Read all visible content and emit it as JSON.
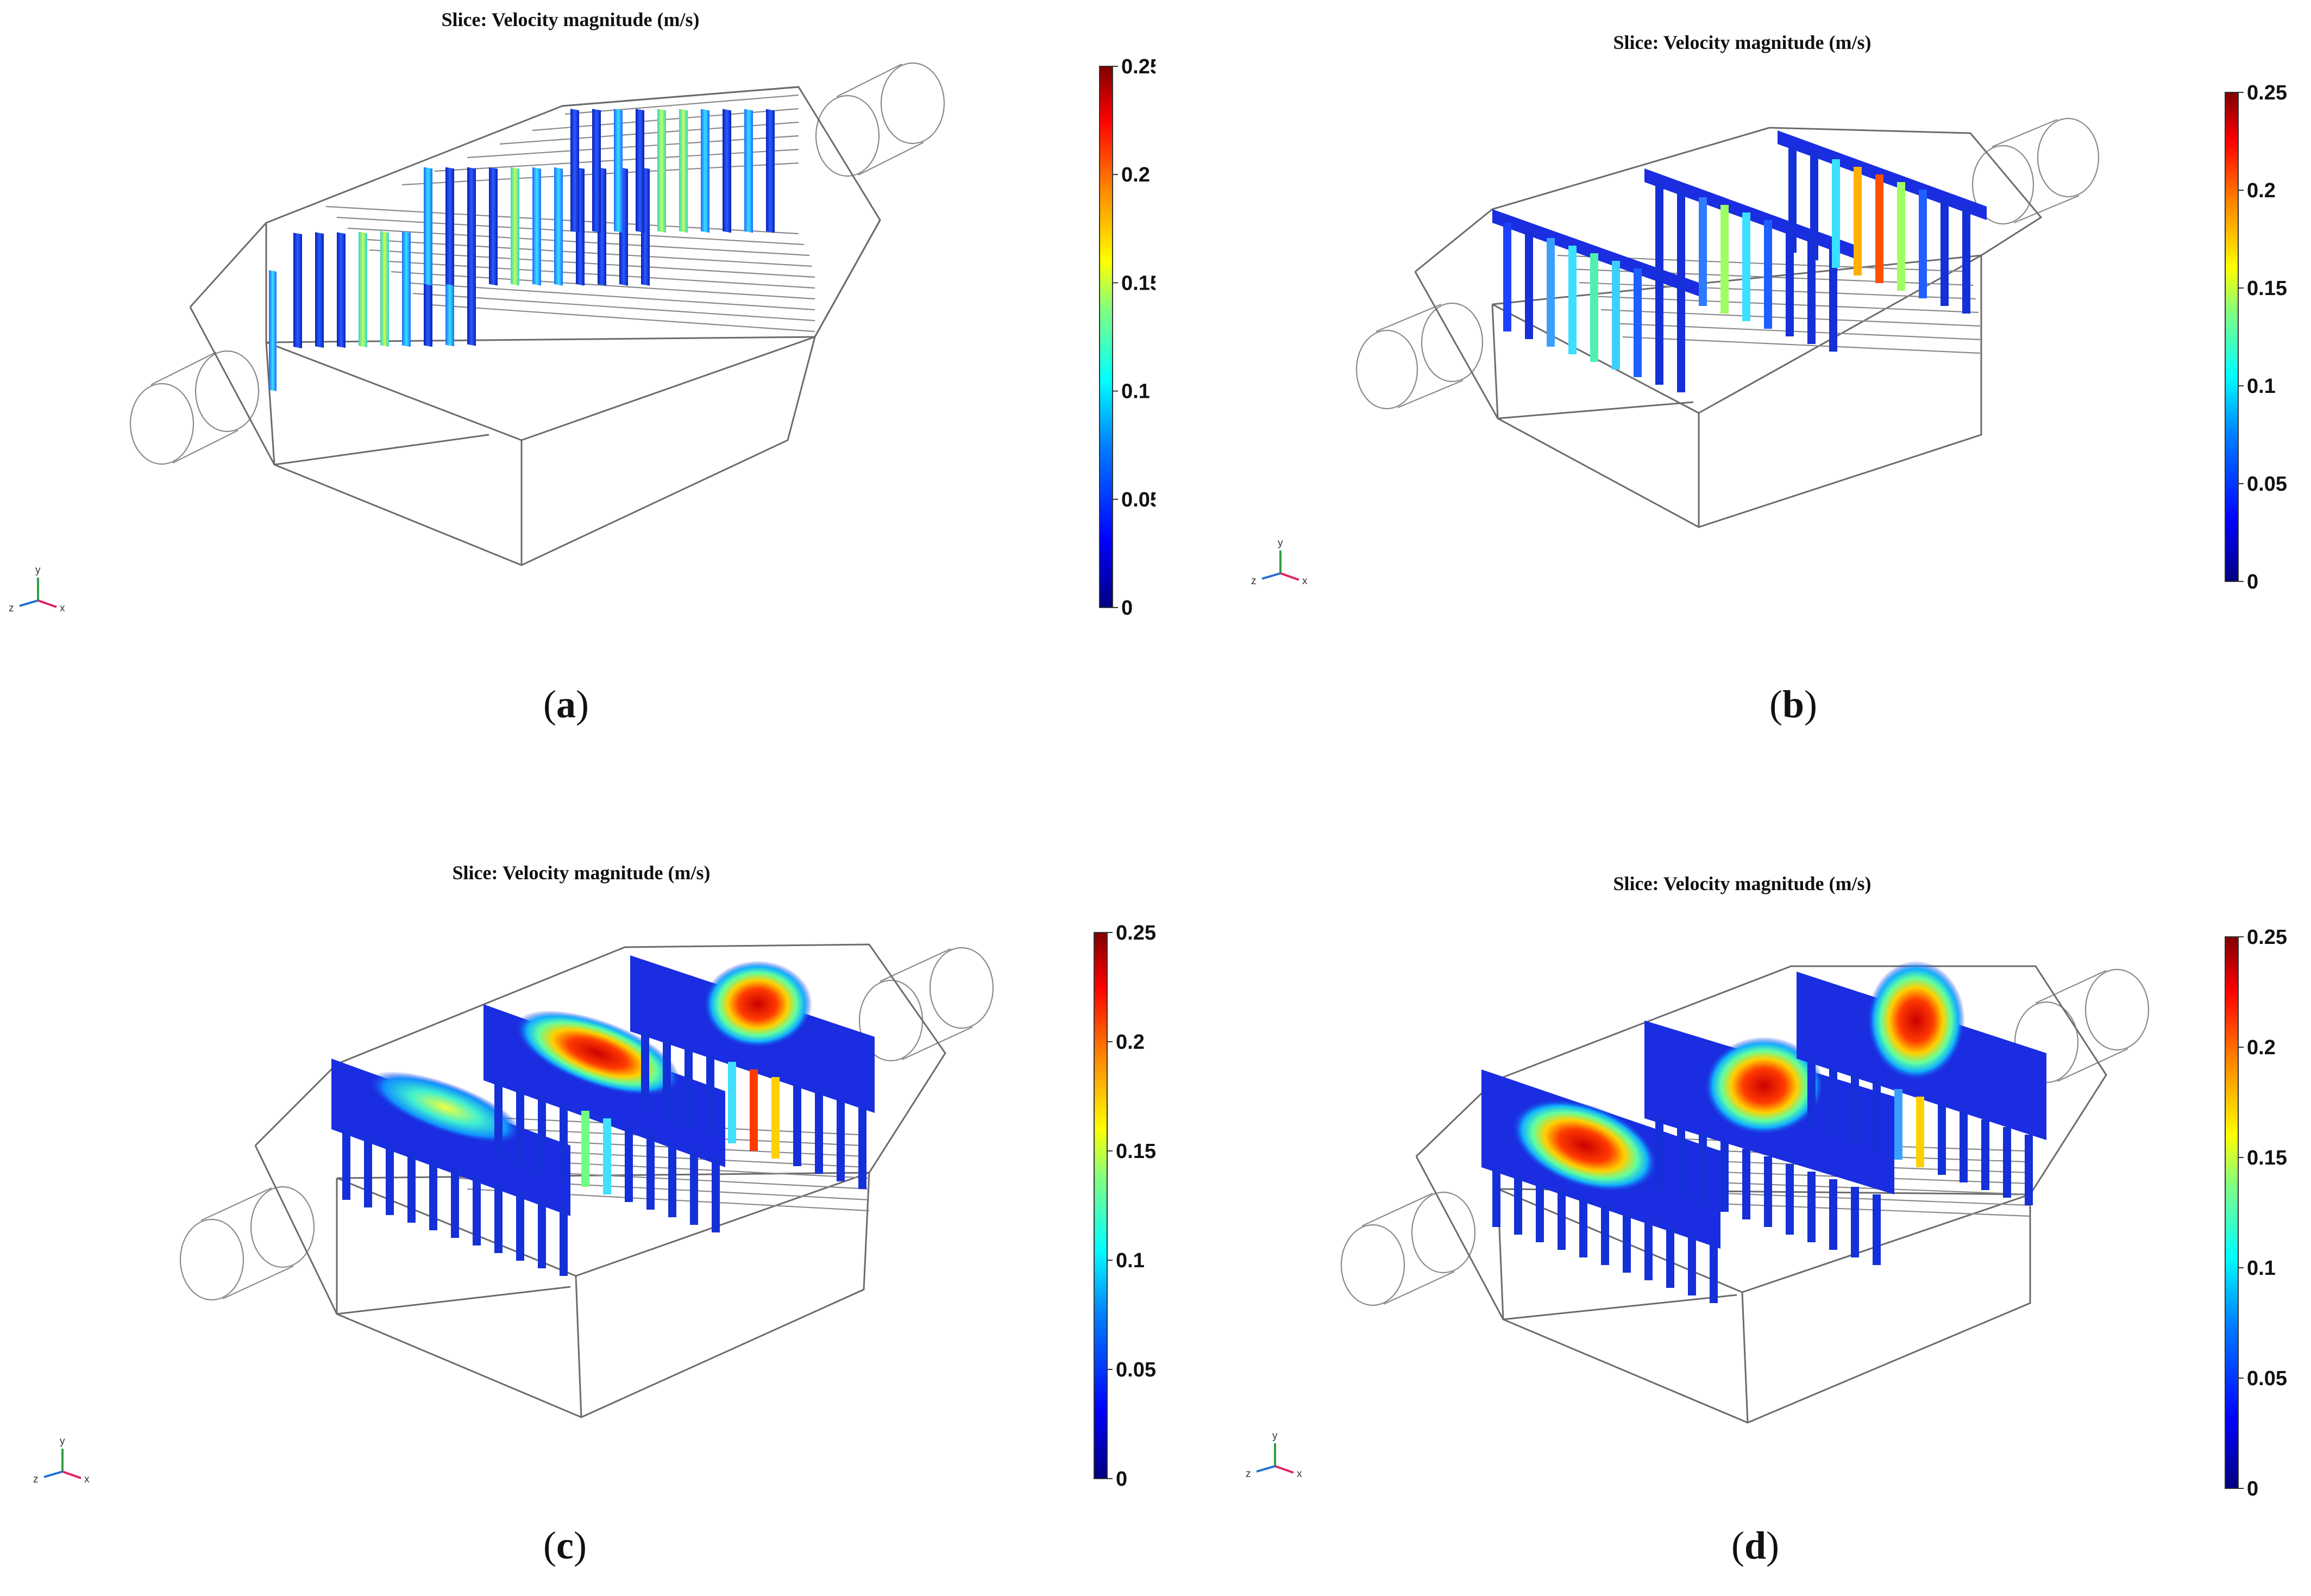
{
  "panels": [
    {
      "id": "a",
      "title": "Slice: Velocity magnitude (m/s)",
      "caption_open": "(",
      "caption_letter": "a",
      "caption_close": ")",
      "variant": "strips"
    },
    {
      "id": "b",
      "title": "Slice: Velocity magnitude (m/s)",
      "caption_open": "(",
      "caption_letter": "b",
      "caption_close": ")",
      "variant": "combs"
    },
    {
      "id": "c",
      "title": "Slice: Velocity magnitude (m/s)",
      "caption_open": "(",
      "caption_letter": "c",
      "caption_close": ")",
      "variant": "sheets-medium"
    },
    {
      "id": "d",
      "title": "Slice: Velocity magnitude (m/s)",
      "caption_open": "(",
      "caption_letter": "d",
      "caption_close": ")",
      "variant": "sheets-tall"
    }
  ],
  "colorbar": {
    "ticks": [
      "0.25",
      "0.2",
      "0.15",
      "0.1",
      "0.05",
      "0"
    ],
    "colormap": [
      "#00007f",
      "#0000ff",
      "#0080ff",
      "#00ffff",
      "#80ff80",
      "#ffff00",
      "#ff8000",
      "#ff0000",
      "#7f0000"
    ]
  },
  "axes": {
    "x": "x",
    "y": "y",
    "z": "z"
  },
  "colors": {
    "x_axis": "#e0245e",
    "y_axis": "#2ea043",
    "z_axis": "#1f6fd1",
    "edge": "#6b6b6b",
    "low": "#1a2de0",
    "high": "#cc0000"
  }
}
